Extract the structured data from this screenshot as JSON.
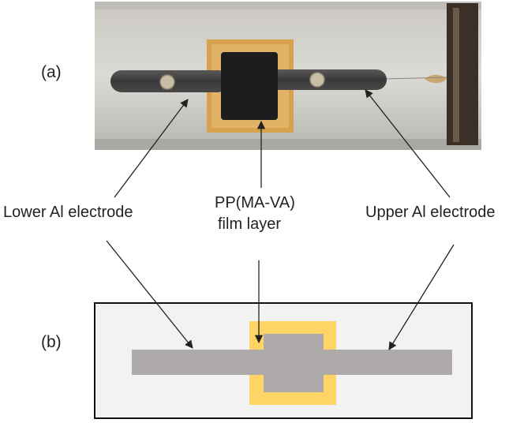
{
  "panels": {
    "a": {
      "label": "(a)"
    },
    "b": {
      "label": "(b)"
    }
  },
  "callouts": {
    "lower_electrode": "Lower Al electrode",
    "film_layer_line1": "PP(MA-VA)",
    "film_layer_line2": "film layer",
    "upper_electrode": "Upper Al electrode"
  },
  "colors": {
    "photo_substrate": "#d3d1cb",
    "photo_frame": "#d2a24c",
    "photo_dark": "#1d1d1e",
    "electrode_gray": "#aeaaaa",
    "film_yellow": "#ffd466",
    "substrate_light": "#f2f2f2",
    "arrow": "#222222"
  }
}
